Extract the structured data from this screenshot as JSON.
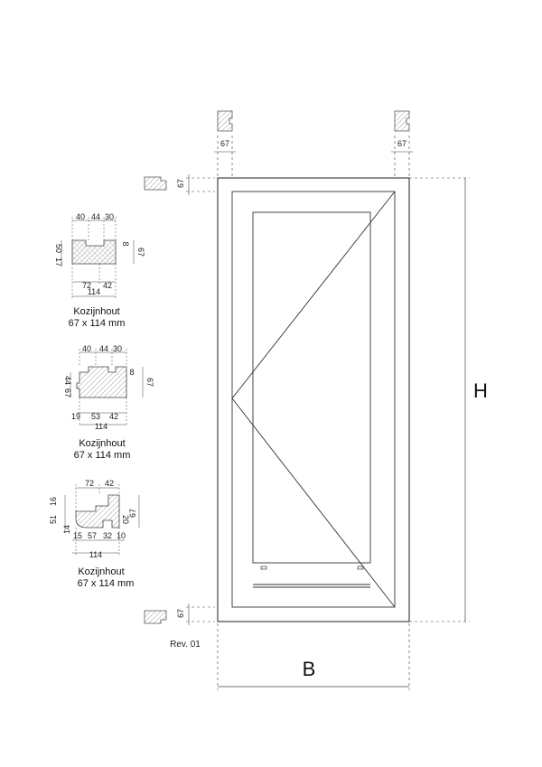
{
  "top_profiles": {
    "left_dim": "67",
    "right_dim": "67"
  },
  "frame": {
    "top_dim": "67",
    "bottom_dim": "67",
    "height_label": "H",
    "width_label": "B"
  },
  "revision": "Rev. 01",
  "profiles": [
    {
      "dims": {
        "a": "40",
        "b": "44",
        "c": "30",
        "left_outer": "50",
        "left_inner": "17",
        "right_small": "8",
        "right_total": "67",
        "bottom_a": "72",
        "bottom_b": "42",
        "total": "114"
      },
      "caption_line1": "Kozijnhout",
      "caption_line2": "67 x 114 mm"
    },
    {
      "dims": {
        "a": "40",
        "b": "44",
        "c": "30",
        "left_a": "44",
        "left_b": "67",
        "right_small": "8",
        "right_total": "67",
        "bottom_a": "19",
        "bottom_b": "53",
        "bottom_c": "42",
        "total": "114"
      },
      "caption_line1": "Kozijnhout",
      "caption_line2": "67 x 114 mm"
    },
    {
      "dims": {
        "top_a": "72",
        "top_b": "42",
        "left_a": "16",
        "left_b": "51",
        "left_c": "14",
        "right_a": "20",
        "right_total": "67",
        "bottom_a": "15",
        "bottom_b": "57",
        "bottom_c": "32",
        "bottom_d": "10",
        "total": "114"
      },
      "caption_line1": "Kozijnhout",
      "caption_line2": "67 x 114 mm"
    }
  ]
}
